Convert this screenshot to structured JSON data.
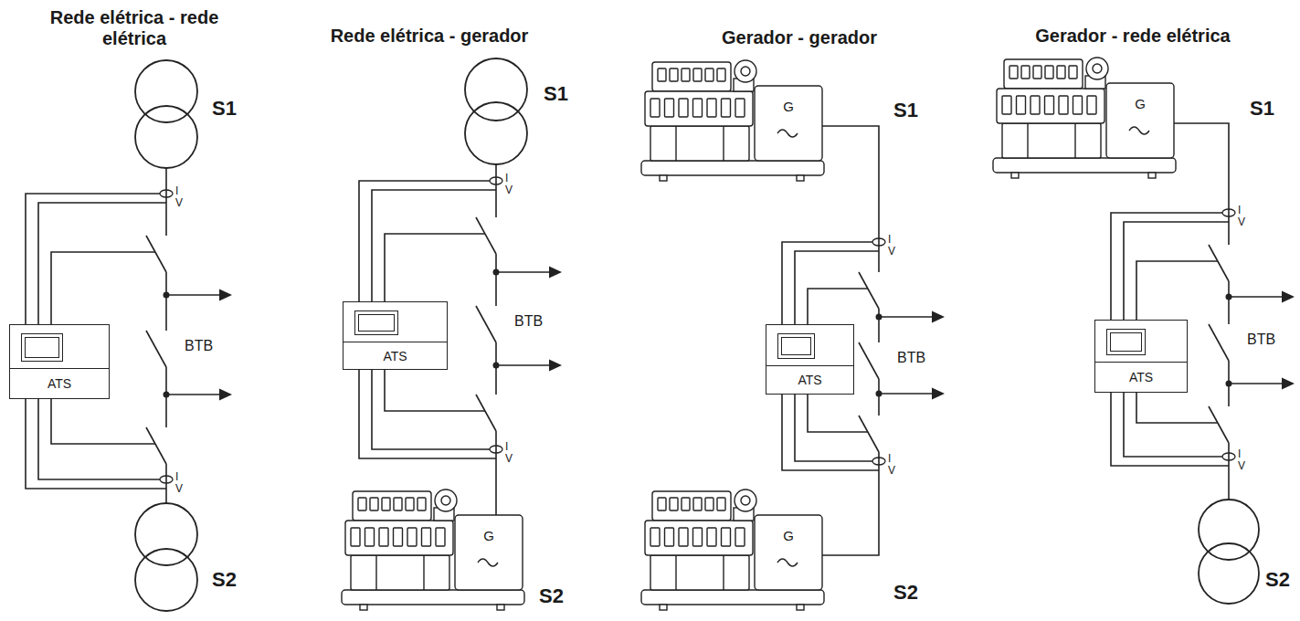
{
  "diagram": {
    "nodes": [
      {
        "text": [
          "ATS"
        ]
      },
      {
        "text": [
          "ATS"
        ]
      },
      {
        "text": [
          "ATS"
        ]
      },
      {
        "text": [
          "ATS"
        ]
      }
    ],
    "labels": [
      "Rede elétrica - rede elétrica",
      "S1",
      "I",
      "V",
      "BTB",
      "I",
      "V",
      "S2",
      "Rede elétrica - gerador",
      "S1",
      "I",
      "V",
      "BTB",
      "I",
      "V",
      "G",
      "S2",
      "Gerador - gerador",
      "G",
      "S1",
      "I",
      "V",
      "BTB",
      "I",
      "V",
      "G",
      "S2",
      "Gerador - rede elétrica",
      "G",
      "S1",
      "I",
      "V",
      "BTB",
      "I",
      "V",
      "S2"
    ]
  }
}
